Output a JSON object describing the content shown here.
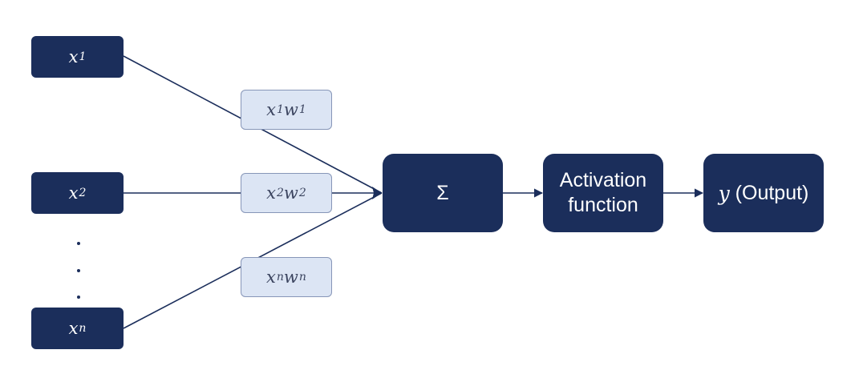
{
  "inputs": [
    {
      "var": "x",
      "sub": "1"
    },
    {
      "var": "x",
      "sub": "2"
    },
    {
      "var": "x",
      "sub": "n"
    }
  ],
  "weights": [
    {
      "x": "x",
      "xsub": "1",
      "w": "w",
      "wsub": "1"
    },
    {
      "x": "x",
      "xsub": "2",
      "w": "w",
      "wsub": "2"
    },
    {
      "x": "x",
      "xsub": "n",
      "w": "w",
      "wsub": "n"
    }
  ],
  "sum_node": {
    "label": "Σ"
  },
  "activation_node": {
    "line1": "Activation",
    "line2": "function"
  },
  "output_node": {
    "var": "y",
    "label": " (Output)"
  },
  "colors": {
    "dark_node": "#1b2e5b",
    "weight_fill": "#dce5f4",
    "weight_border": "#8796b8",
    "connector": "#1b2e5b"
  }
}
